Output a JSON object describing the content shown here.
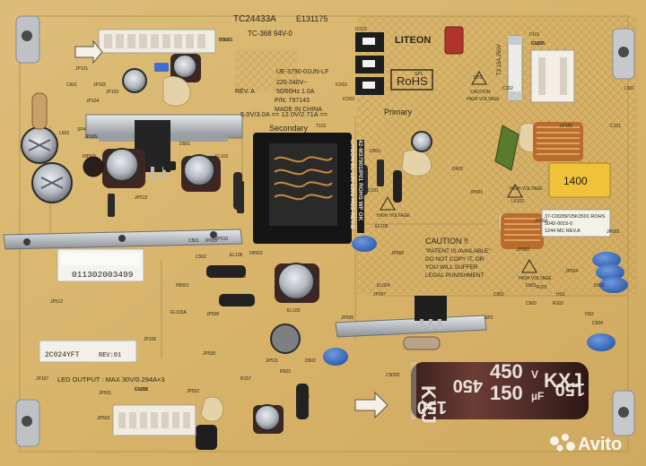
{
  "board": {
    "model": "TC24433A",
    "cert": "E131175",
    "material": "TC-368 94V-0",
    "brand": "LITEON",
    "rohs": "RoHS",
    "primary": "Primary",
    "secondary": "Secondary",
    "spec": {
      "model_line": "UE-3790-01UN-LF",
      "input_line": "220-240V~",
      "freq_line": "50/60Hz 1.0A",
      "rev_line": "REV. A",
      "pn_line": "P/N: 797143",
      "made_line": "MADE IN CHINA",
      "output_line": "5.0V/3.0A == 12.0V/2.71A =="
    },
    "transformer_text": [
      "42-M37901IP01 ROHS WF OK",
      "LITEON SL-130 1301 HG3 REV.B"
    ],
    "sticker_1": "011302003499",
    "sticker_2": "2C024YFT",
    "sticker_2_rev": "REV:01",
    "led_output": "LED OUTPUT : MAX 30V/0.294A×3",
    "caution_title": "CAUTION !!",
    "caution_lines": [
      "\"PATENT IS AVAILABLE\"",
      "DO NOT COPY IT, OR",
      "YOU WILL SUFFER",
      "LEGAL PUNISHMENT"
    ],
    "high_voltage": "HIGH VOLTAGE",
    "caution_small": "CAUTION",
    "filter_label": [
      "37-C0035P25K3501 ROHS",
      "5042-0015-0",
      "1244 MC REV.A"
    ],
    "big_cap": {
      "brand": "KXJ",
      "voltage": "450",
      "v": "V",
      "capacitance": "150",
      "unit": "µF"
    },
    "relay_label": "1400",
    "fuse_label": "T3.15A 250V",
    "refs": [
      "CN201",
      "CN101",
      "CN301",
      "CN302",
      "SP1",
      "SP2",
      "SP3",
      "SP4",
      "F101",
      "T101",
      "C101",
      "C102",
      "C503",
      "C504",
      "D501",
      "D503",
      "D502",
      "LF101",
      "LF102",
      "IC101",
      "IC601",
      "IC602",
      "JP101",
      "JP102",
      "JP103",
      "JP104",
      "JP105",
      "JP106",
      "JP107",
      "JP501",
      "JP502",
      "JP503",
      "JP504",
      "JP505",
      "BD101",
      "HS1",
      "HS2",
      "EL101",
      "EL102",
      "EL103",
      "EL104",
      "EL105",
      "EL106",
      "EL024",
      "EL103A",
      "JP508",
      "JP509",
      "JP510",
      "JP511",
      "JP512",
      "JP513",
      "FB501",
      "FB502",
      "FB503",
      "R503",
      "R157",
      "C501",
      "C502",
      "C513",
      "D101",
      "D601",
      "D602",
      "D603",
      "JP001",
      "JP002",
      "JP003",
      "JP004",
      "JP005",
      "JP006",
      "JP007",
      "L501",
      "L502",
      "C601",
      "C001",
      "R101",
      "R102",
      "BD001",
      "EL107",
      "EL108"
    ]
  },
  "watermark": "Avito",
  "colors": {
    "pcb": "#d9b873",
    "silk": "#2b2618",
    "cap_dark": "#4a2a24",
    "heatsink": "#c9ccd0",
    "connector": "#f1ece2",
    "blue_cap": "#3a6fc4"
  }
}
